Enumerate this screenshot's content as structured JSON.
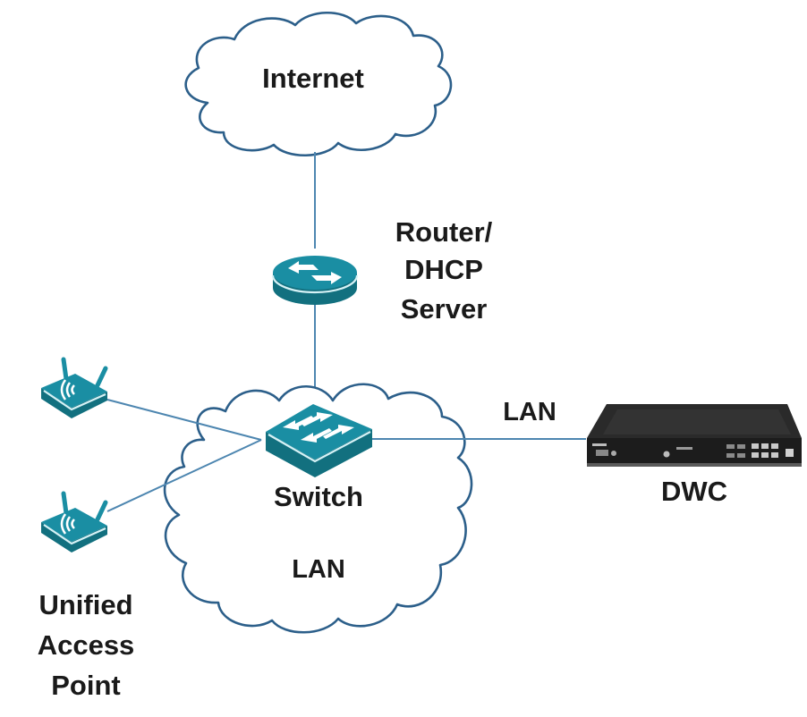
{
  "diagram": {
    "title": "Network topology: Internet, Router/DHCP Server, Switch, Unified Access Points, DWC",
    "colors": {
      "device": "#1a8ea3",
      "cloud_stroke": "#2c5f8a",
      "link": "#4d86b0",
      "text": "#1a1a1a",
      "controller": "#1c1c1c"
    },
    "nodes": {
      "internet": {
        "label": "Internet",
        "icon": "cloud-icon"
      },
      "router": {
        "label_lines": [
          "Router/",
          "DHCP",
          "Server"
        ],
        "icon": "router-icon"
      },
      "switch": {
        "label": "Switch",
        "icon": "switch-icon"
      },
      "lan_cloud": {
        "label": "LAN",
        "icon": "cloud-icon"
      },
      "access_points": {
        "label_lines": [
          "Unified",
          "Access",
          "Point"
        ],
        "icon": "wireless-access-point-icon",
        "count": 2
      },
      "dwc": {
        "label": "DWC",
        "icon": "wireless-controller-icon"
      }
    },
    "links": [
      {
        "from": "internet",
        "to": "router",
        "label": ""
      },
      {
        "from": "router",
        "to": "switch",
        "label": ""
      },
      {
        "from": "switch",
        "to": "access_point_1",
        "label": ""
      },
      {
        "from": "switch",
        "to": "access_point_2",
        "label": ""
      },
      {
        "from": "switch",
        "to": "dwc",
        "label": "LAN"
      }
    ]
  }
}
